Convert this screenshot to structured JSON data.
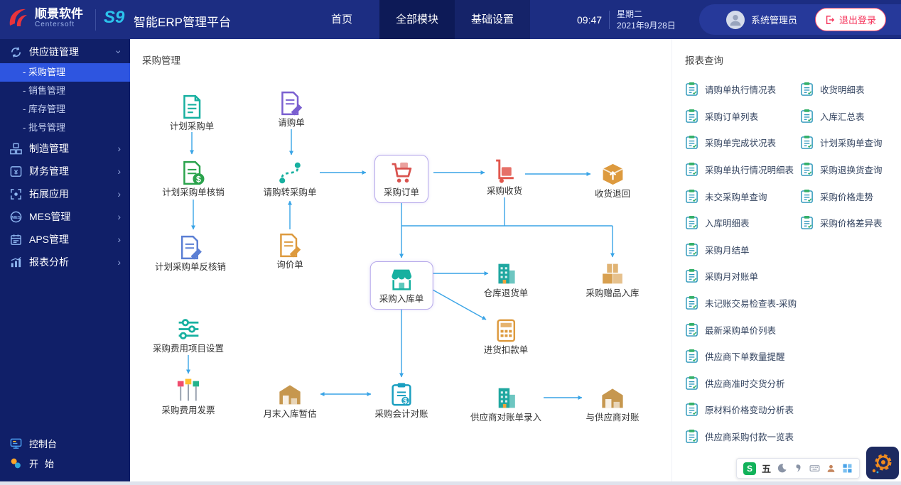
{
  "theme": {
    "header_bg": "#1c2d82",
    "sidebar_bg": "#101f68",
    "active_blue": "#2e55e0",
    "accent_red": "#f5365c",
    "arrow_blue": "#39a4e6"
  },
  "header": {
    "logo": {
      "cn": "顺景软件",
      "en": "Centersoft"
    },
    "product_badge": "S9",
    "app_title": "智能ERP管理平台",
    "nav": [
      {
        "id": "home",
        "label": "首页",
        "active": false
      },
      {
        "id": "all-modules",
        "label": "全部模块",
        "active": true
      },
      {
        "id": "basic-settings",
        "label": "基础设置",
        "active": false
      }
    ],
    "clock": {
      "time": "09:47",
      "weekday": "星期二",
      "date": "2021年9月28日"
    },
    "user": {
      "name": "系统管理员"
    },
    "logout_label": "退出登录"
  },
  "sidebar": {
    "items": [
      {
        "id": "supply-chain",
        "icon": "supply-chain",
        "label": "供应链管理",
        "expanded": true,
        "children": [
          {
            "id": "purchase",
            "label": "采购管理",
            "active": true
          },
          {
            "id": "sales",
            "label": "销售管理",
            "active": false
          },
          {
            "id": "inventory",
            "label": "库存管理",
            "active": false
          },
          {
            "id": "batch",
            "label": "批号管理",
            "active": false
          }
        ]
      },
      {
        "id": "manufacturing",
        "icon": "manufacturing",
        "label": "制造管理"
      },
      {
        "id": "finance",
        "icon": "finance",
        "label": "财务管理"
      },
      {
        "id": "extension",
        "icon": "extension",
        "label": "拓展应用"
      },
      {
        "id": "mes",
        "icon": "mes",
        "label": "MES管理"
      },
      {
        "id": "aps",
        "icon": "aps",
        "label": "APS管理"
      },
      {
        "id": "report-analysis",
        "icon": "report-analysis",
        "label": "报表分析"
      }
    ],
    "footer": [
      {
        "id": "console",
        "icon": "console",
        "label": "控制台"
      },
      {
        "id": "start",
        "icon": "start",
        "label": "开始"
      }
    ]
  },
  "main": {
    "title": "采购管理",
    "flow": {
      "nodes": [
        {
          "id": "plan-po",
          "label": "计划采购单",
          "icon": "doc",
          "color": "#17b0a0"
        },
        {
          "id": "purchase-request",
          "label": "请购单",
          "icon": "doc-pen",
          "color": "#7a5fd0"
        },
        {
          "id": "plan-po-writeoff",
          "label": "计划采购单核销",
          "icon": "doc-dollar",
          "color": "#2aa34c"
        },
        {
          "id": "request-to-po",
          "label": "请购转采购单",
          "icon": "route",
          "color": "#17b0a0"
        },
        {
          "id": "purchase-order",
          "label": "采购订单",
          "icon": "cart",
          "color": "#d9534f",
          "boxed": true
        },
        {
          "id": "purchase-receiving",
          "label": "采购收货",
          "icon": "trolley",
          "color": "#e2574d"
        },
        {
          "id": "receiving-return",
          "label": "收货退回",
          "icon": "box",
          "color": "#dd9a3e"
        },
        {
          "id": "plan-po-reverse",
          "label": "计划采购单反核销",
          "icon": "doc-pen",
          "color": "#5b7fd4"
        },
        {
          "id": "inquiry",
          "label": "询价单",
          "icon": "doc-pen",
          "color": "#dd9a3e"
        },
        {
          "id": "purchase-inbound",
          "label": "采购入库单",
          "icon": "shop",
          "color": "#17b0a0",
          "boxed": true
        },
        {
          "id": "warehouse-return",
          "label": "仓库退货单",
          "icon": "building",
          "color": "#1fa7a0"
        },
        {
          "id": "gift-inbound",
          "label": "采购赠品入库",
          "icon": "boxes",
          "color": "#d8a050"
        },
        {
          "id": "purchase-deduction",
          "label": "进货扣款单",
          "icon": "calc",
          "color": "#dd9a3e"
        },
        {
          "id": "fee-setup",
          "label": "采购费用项目设置",
          "icon": "sliders",
          "color": "#17b0a0"
        },
        {
          "id": "fee-invoice",
          "label": "采购费用发票",
          "icon": "flags",
          "color": "#e8486f"
        },
        {
          "id": "monthend-estimate",
          "label": "月末入库暂估",
          "icon": "warehouse",
          "color": "#c6974f"
        },
        {
          "id": "accounting-check",
          "label": "采购会计对账",
          "icon": "clipboard",
          "color": "#1a9fc0"
        },
        {
          "id": "supplier-statement-entry",
          "label": "供应商对账单录入",
          "icon": "building",
          "color": "#1fa7a0"
        },
        {
          "id": "supplier-reconcile",
          "label": "与供应商对账",
          "icon": "warehouse",
          "color": "#c6974f"
        }
      ]
    },
    "reports": {
      "title": "报表查询",
      "columns": [
        [
          "请购单执行情况表",
          "采购订单列表",
          "采购单完成状况表",
          "采购单执行情况明细表",
          "未交采购单查询",
          "入库明细表",
          "采购月结单",
          "采购月对账单",
          "未记账交易检查表-采购",
          "最新采购单价列表",
          "供应商下单数量提醒",
          "供应商准时交货分析",
          "原材料价格变动分析表",
          "供应商采购付款一览表"
        ],
        [
          "收货明细表",
          "入库汇总表",
          "计划采购单查询",
          "采购退换货查询",
          "采购价格走势",
          "采购价格差异表"
        ]
      ]
    }
  },
  "taskbar": {
    "ime_brand": "S",
    "ime_mode": "五",
    "icons": [
      "moon-icon",
      "comma-icon",
      "keyboard-icon",
      "person-icon",
      "grid-icon"
    ],
    "settings_widget": "gear"
  }
}
